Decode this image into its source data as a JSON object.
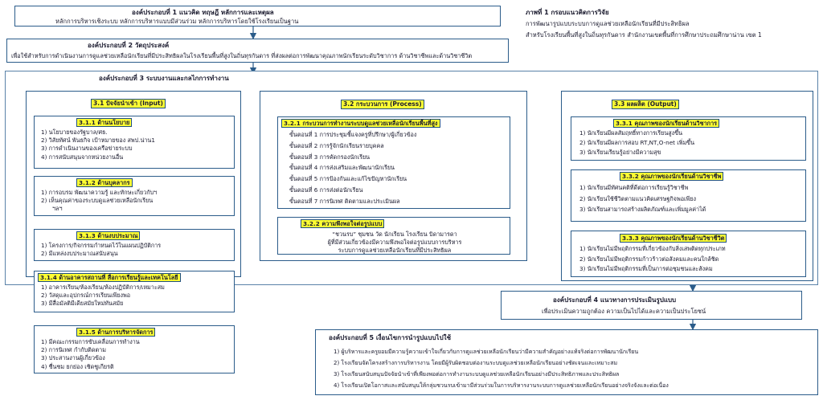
{
  "element1": {
    "title": "องค์ประกอบที่ 1 แนวคิด ทฤษฎี หลักการและเหตุผล",
    "text": "หลักการบริหารเชิงระบบ หลักการบริหารแบบมีส่วนร่วม หลักการบริหารโดยใช้โรงเรียนเป็นฐาน"
  },
  "figure_caption": {
    "line1": "ภาพที่ 1 กรอบแนวคิดการวิจัย",
    "line2": "การพัฒนารูปแบบระบบการดูแลช่วยเหลือนักเรียนที่มีประสิทธิผล",
    "line3": "สำหรับโรงเรียนพื้นที่สูงในถิ่นทุรกันดาร สำนักงานเขตพื้นที่การศึกษาประถมศึกษาน่าน เขต 1"
  },
  "element2": {
    "title": "องค์ประกอบที่ 2 วัตถุประสงค์",
    "text": "เพื่อใช้สำหรับการดำเนินงานการดูแลช่วยเหลือนักเรียนที่มีประสิทธิผลในโรงเรียนพื้นที่สูงในถิ่นทุรกันดาร ที่ส่งผลต่อการพัฒนาคุณภาพนักเรียนระดับวิชาการ ด้านวิชาชีพและด้านวิชาชีวิต"
  },
  "element3": {
    "title": "องค์ประกอบที่ 3 ระบบงานและกลไกการทำงาน"
  },
  "input": {
    "header": "3.1 ปัจจัยนำเข้า (Input)",
    "sub1": {
      "title": "3.1.1 ด้านนโยบาย",
      "items": [
        "1) นโยบายของรัฐบาล/ศธ.",
        "2) วิสัยทัศน์ พันธกิจ เป้าหมายของ สพป.น่าน1",
        "3) การดำเนินงานของเครือข่ายระบบ",
        "4) การสนับสนุนจากหน่วยงานอื่น"
      ]
    },
    "sub2": {
      "title": "3.1.2 ด้านบุคลากร",
      "items": [
        "1) การอบรม พัฒนาความรู้ และทักษะเกี่ยวกับฯ",
        "2) เห็นคุณค่าของระบบดูแลช่วยเหลือนักเรียน",
        "ฯลฯ"
      ]
    },
    "sub3": {
      "title": "3.1.3 ด้านงบประมาณ",
      "items": [
        "1) โครงการ/กิจกรรมกำหนดไว้ในแผนปฏิบัติการ",
        "2) มีแหล่งงบประมาณสนับสนุน"
      ]
    },
    "sub4": {
      "title": "3.1.4 ด้านอาคารสถานที่ สื่อการเรียนรู้และเทคโนโลยี",
      "items": [
        "1) อาคารเรียน/ห้องเรียน/ห้องปฏิบัติการ/เหมาะสม",
        "2) วัสดุและอุปกรณ์การเรียนเพียงพอ",
        "3) มีสื่อมัลติมีเดียสมัยใหม่ทันสมัย"
      ]
    },
    "sub5": {
      "title": "3.1.5 ด้านการบริหารจัดการ",
      "items": [
        "1) มีคณะกรรมการขับเคลื่อนการทำงาน",
        "2) การนิเทศ กำกับติดตาม",
        "3) ประสานงานผู้เกี่ยวข้อง",
        "4) ชื่นชม ยกย่อง เชิดชูเกียรติ"
      ]
    }
  },
  "process": {
    "header": "3.2 กระบวนการ (Process)",
    "sub1": {
      "title": "3.2.1 กระบวนการทำงานระบบดูแลช่วยเหลือนักเรียนพื้นที่สูง",
      "items": [
        "ขั้นตอนที่ 1 การประชุมชี้แจงครูที่ปรึกษา/ผู้เกี่ยวข้อง",
        "ขั้นตอนที่ 2 การรู้จักนักเรียนรายบุคคล",
        "ขั้นตอนที่ 3 การคัดกรองนักเรียน",
        "ขั้นตอนที่ 4 การส่งเสริมและพัฒนานักเรียน",
        "ขั้นตอนที่ 5 การป้องกันและแก้ไขปัญหานักเรียน",
        "ขั้นตอนที่ 6 การส่งต่อนักเรียน",
        "ขั้นตอนที่ 7 การนิเทศ ติดตามและประเมินผล"
      ]
    },
    "sub2": {
      "title": "3.2.2 ความพึงพอใจต่อรูปแบบ",
      "items": [
        "“ชวนรบ” ชุมชน วัด นักเรียน โรงเรียน บิดามารดา",
        "ผู้ที่มีส่วนเกี่ยวข้องมีความพึงพอใจต่อรูปแบบการบริหาร",
        "ระบบการดูแลช่วยเหลือนักเรียนที่มีประสิทธิผล"
      ]
    }
  },
  "output": {
    "header": "3.3 ผลผลิต (Output)",
    "sub1": {
      "title": "3.3.1 คุณภาพของนักเรียนด้านวิชาการ",
      "items": [
        "1) นักเรียนมีผลสัมฤทธิ์ทางการเรียนสูงขึ้น",
        "2) นักเรียนมีผลการสอบ RT,NT,O-net เพิ่มขึ้น",
        "3) นักเรียนเรียนรู้อย่างมีความสุข"
      ]
    },
    "sub2": {
      "title": "3.3.2 คุณภาพของนักเรียนด้านวิชาชีพ",
      "items": [
        "1) นักเรียนมีทัศนคติที่ดีต่อการเรียนรู้วิชาชีพ",
        "2) นักเรียนใช้ชีวิตตามแนวคิดเศรษฐกิจพอเพียง",
        "3) นักเรียนสามารถสร้างผลิตภัณฑ์และเพิ่มมูลค่าได้"
      ]
    },
    "sub3": {
      "title": "3.3.3 คุณภาพของนักเรียนด้านวิชาชีวิต",
      "items": [
        "1) นักเรียนไม่มีพฤติกรรมที่เกี่ยวข้องกับสิ่งเสพติดทุกประเภท",
        "2) นักเรียนไม่มีพฤติกรรมก้าวร้าวต่อสังคมและคนใกล้ชิด",
        "3) นักเรียนไม่มีพฤติกรรมที่เป็นการต่อชุมชนและสังคม"
      ]
    }
  },
  "element4": {
    "title": "องค์ประกอบที่ 4 แนวทางการประเมินรูปแบบ",
    "text": "เพื่อประเมินความถูกต้อง ความเป็นไปได้และความเป็นประโยชน์"
  },
  "element5": {
    "title": "องค์ประกอบที่ 5 เงื่อนไขการนำรูปแบบไปใช้",
    "items": [
      "1) ผู้บริหารและครูยอมมีความรู้ความเข้าใจเกี่ยวกับการดูแลช่วยเหลือนักเรียนว่ามีความสำคัญอย่างแท้จริงต่อการพัฒนานักเรียน",
      "2) โรงเรียนจัดโครงสร้างการบริหารงาน โดยมีผู้รับผิดชอบต่องานระบบดูแลช่วยเหลือนักเรียนอย่างชัดเจนและเหมาะสม",
      "3) โรงเรียนสนับสนุนปัจจัยนำเข้าที่เพียงพอต่อการทำงานระบบดูแลช่วยเหลือนักเรียนอย่างมีประสิทธิภาพและประสิทธิผล",
      "4) โรงเรียนเปิดโอกาสและสนับสนุนให้กลุ่มชวนรบเข้ามามีส่วนร่วมในการบริหารงานระบบการดูแลช่วยเหลือนักเรียนอย่างจริงจังและต่อเนื่อง"
    ]
  }
}
